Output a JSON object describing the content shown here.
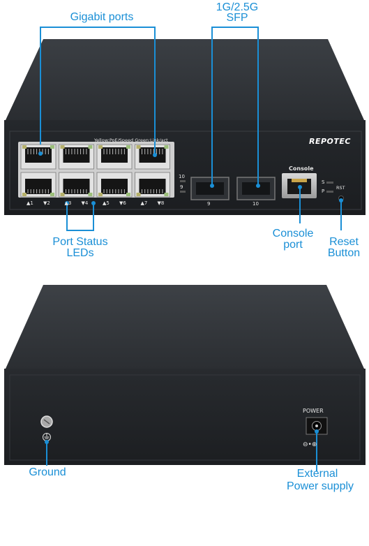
{
  "callouts": {
    "gigabit_ports": "Gigabit ports",
    "sfp_line1": "1G/2.5G",
    "sfp_line2": "SFP",
    "port_status_line1": "Port Status",
    "port_status_line2": "LEDs",
    "console_line1": "Console",
    "console_line2": "port",
    "reset_line1": "Reset",
    "reset_line2": "Button",
    "ground": "Ground",
    "power_line1": "External",
    "power_line2": "Power supply"
  },
  "front_panel": {
    "brand": "REPOTEC",
    "led_legend": "Yellow:PoE/Speed  Green:Link/act",
    "port_labels": [
      "1",
      "2",
      "3",
      "4",
      "5",
      "6",
      "7",
      "8"
    ],
    "sfp_labels": [
      "9",
      "10"
    ],
    "sfp_led_labels": [
      "10",
      "9"
    ],
    "console_label": "Console",
    "system_led_labels": [
      "S",
      "P"
    ],
    "reset_label": "RST"
  },
  "back_panel": {
    "power_label": "POWER",
    "polarity": "⊖•⊕"
  },
  "colors": {
    "accent": "#1a8fd6",
    "chassis_top": "#2c2f33",
    "chassis_front": "#1f2124"
  }
}
